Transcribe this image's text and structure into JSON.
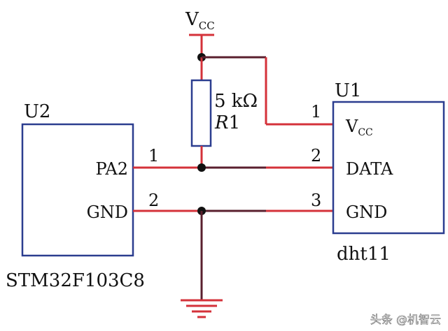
{
  "colors": {
    "wire_red": "#d4323a",
    "wire_dark": "#5a1f2e",
    "box_blue": "#2b3d8f",
    "text": "#111111"
  },
  "power": {
    "symbol_main": "V",
    "symbol_sub": "CC"
  },
  "resistor": {
    "value": "5 kΩ",
    "designator": "R",
    "designator_index": "1"
  },
  "u2": {
    "designator": "U2",
    "part_number": "STM32F103C8",
    "pins": [
      {
        "number": "1",
        "name": "PA2"
      },
      {
        "number": "2",
        "name": "GND"
      }
    ]
  },
  "u1": {
    "designator": "U1",
    "part_number": "dht11",
    "pins": [
      {
        "number": "1",
        "name_main": "V",
        "name_sub": "CC"
      },
      {
        "number": "2",
        "name": "DATA"
      },
      {
        "number": "3",
        "name": "GND"
      }
    ]
  },
  "watermark": "头条 @机智云"
}
